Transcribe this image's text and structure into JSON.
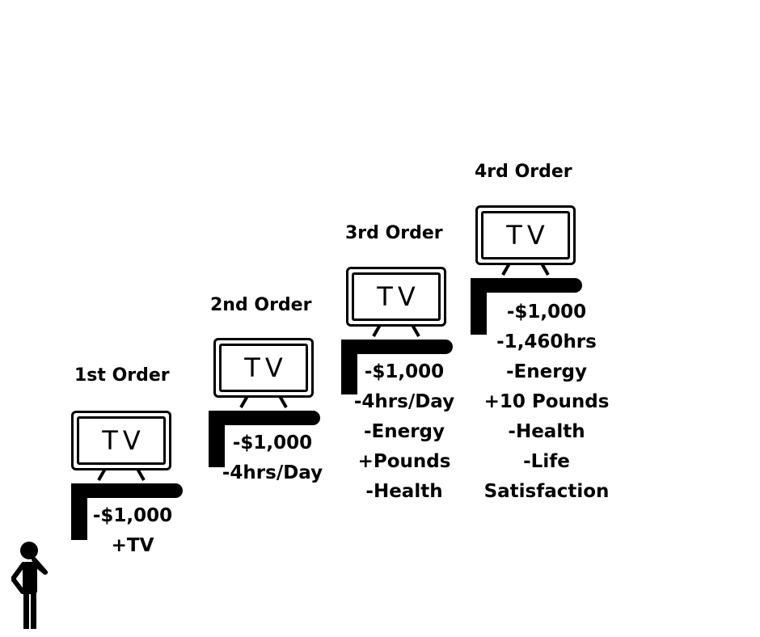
{
  "tv_label": "TV",
  "steps": [
    {
      "title": "1st Order",
      "effects": [
        "-$1,000",
        "+TV"
      ]
    },
    {
      "title": "2nd Order",
      "effects": [
        "-$1,000",
        "-4hrs/Day"
      ]
    },
    {
      "title": "3rd Order",
      "effects": [
        "-$1,000",
        "-4hrs/Day",
        "-Energy",
        "+Pounds",
        "-Health"
      ]
    },
    {
      "title": "4rd Order",
      "effects": [
        "-$1,000",
        "-1,460hrs",
        "-Energy",
        "+10 Pounds",
        "-Health",
        "-Life",
        "Satisfaction"
      ]
    }
  ],
  "icons": {
    "person": "thinking-person-icon",
    "tv": "tv-icon"
  }
}
